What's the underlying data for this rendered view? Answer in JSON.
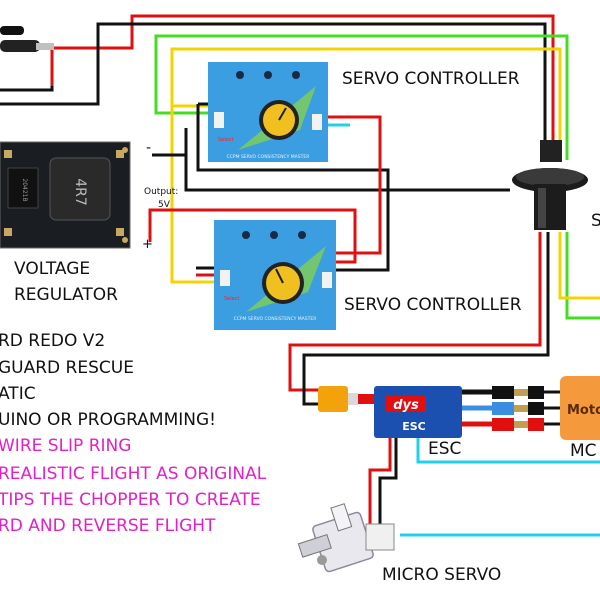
{
  "labels": {
    "servo_controller_1": "SERVO CONTROLLER",
    "servo_controller_2": "SERVO CONTROLLER",
    "voltage_regulator_line1": "VOLTAGE",
    "voltage_regulator_line2": "REGULATOR",
    "output": "Output:",
    "output_voltage": "5V",
    "minus": "-",
    "plus": "+",
    "esc": "ESC",
    "micro_servo": "MICRO  SERVO",
    "slip_ring_partial": "S",
    "motor_partial": "MC",
    "motor_body_text": "Moto",
    "esc_brand": "dys",
    "esc_body_text": "ESC",
    "regulator_marking": "4R7",
    "regulator_chip_text": "20421B",
    "controller_face_text": "CCPM SERVO CONSISTENCY MASTER",
    "controller_button_text": "Select"
  },
  "notes": [
    {
      "text": "RD REDO V2",
      "color": "#111111"
    },
    {
      "text": "GUARD RESCUE",
      "color": "#111111"
    },
    {
      "text": "ATIC",
      "color": "#111111"
    },
    {
      "text": "UINO OR PROGRAMMING!",
      "color": "#111111"
    },
    {
      "text": "WIRE SLIP RING",
      "color": "#e020c8"
    },
    {
      "text": "REALISTIC FLIGHT AS ORIGINAL",
      "color": "#e020c8"
    },
    {
      "text": "TIPS THE CHOPPER TO CREATE",
      "color": "#e020c8"
    },
    {
      "text": "RD AND REVERSE FLIGHT",
      "color": "#e020c8"
    }
  ],
  "colors": {
    "wire_red": "#e01010",
    "wire_black": "#111111",
    "wire_yellow": "#f2d400",
    "wire_green": "#44dd22",
    "wire_cyan": "#22d0e8",
    "controller_blue": "#3a9ee0",
    "esc_blue": "#1b4fb0",
    "motor_orange": "#f59a3c",
    "knob_yellow": "#f0c020",
    "pink_text": "#e020c8"
  },
  "icons": {
    "servo_controller": "servo-tester-icon",
    "voltage_regulator": "buck-converter-icon",
    "slip_ring": "slip-ring-icon",
    "esc": "esc-icon",
    "motor": "motor-icon",
    "micro_servo": "micro-servo-icon",
    "xt60_connector": "xt60-connector-icon",
    "bullet_connector": "bullet-connector-icon"
  }
}
